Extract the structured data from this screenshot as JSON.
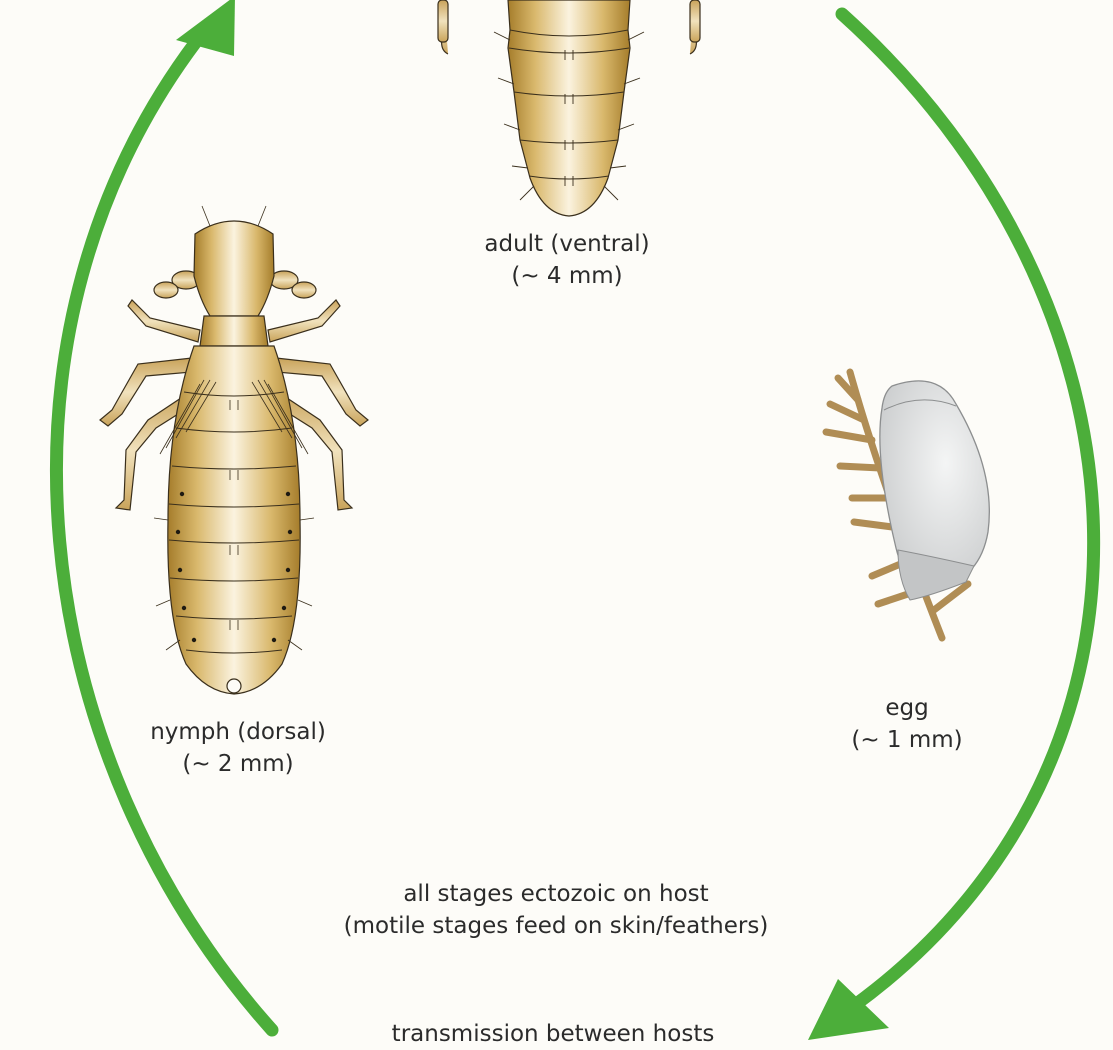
{
  "colors": {
    "arrow": "#4cae3a",
    "body_light": "#fbf3df",
    "body_mid": "#d9b86c",
    "body_dark": "#a57d2b",
    "outline": "#3a2f1c",
    "egg": "#d8dadb",
    "feather": "#b08d55"
  },
  "stages": {
    "adult": {
      "name": "adult (ventral)",
      "size": "(~ 4 mm)"
    },
    "nymph": {
      "name": "nymph (dorsal)",
      "size": "(~ 2 mm)"
    },
    "egg": {
      "name": "egg",
      "size": "(~ 1 mm)"
    }
  },
  "notes": {
    "habitat_line1": "all stages ectozoic on host",
    "habitat_line2": "(motile stages feed on skin/feathers)",
    "transmission": "transmission between hosts"
  },
  "icons": [
    "cycle-arrow-left",
    "cycle-arrow-right",
    "adult-louse-icon",
    "nymph-louse-icon",
    "egg-on-feather-icon"
  ]
}
